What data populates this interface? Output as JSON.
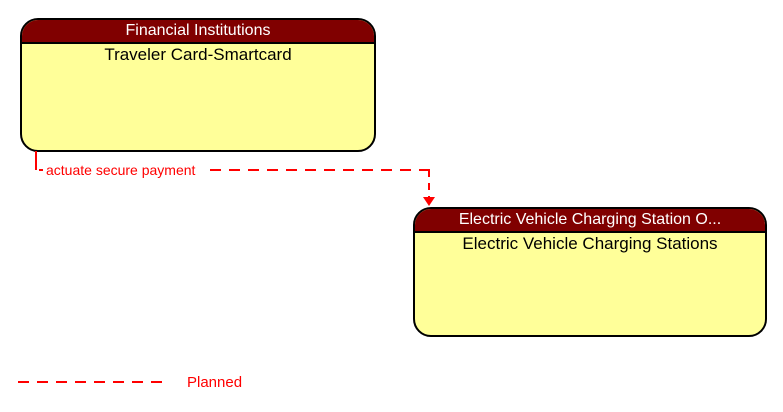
{
  "diagram": {
    "boxes": [
      {
        "header": "Financial Institutions",
        "body": "Traveler Card-Smartcard"
      },
      {
        "header": "Electric Vehicle Charging Station O...",
        "body": "Electric Vehicle Charging Stations"
      }
    ],
    "connector": {
      "label": "actuate secure payment",
      "style": "dashed",
      "direction": "down-arrow"
    },
    "legend": {
      "label": "Planned",
      "line_style": "dashed"
    },
    "colors": {
      "header_bg": "#800000",
      "body_bg": "#FFFF99",
      "connector": "#FF0000",
      "border": "#000000",
      "header_text": "#FFFFFF",
      "body_text": "#000000"
    }
  }
}
